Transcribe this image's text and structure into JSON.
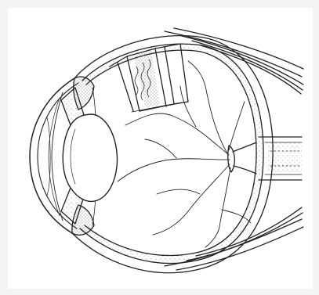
{
  "diagram": {
    "style": "black line-art illustration",
    "parts": [
      "cornea",
      "iris",
      "lens",
      "ciliary-body",
      "sclera",
      "choroid",
      "retina",
      "optic-nerve",
      "extraocular-muscle",
      "retinal-vessels",
      "cutaway-window"
    ]
  },
  "colors": {
    "ink": "#222222",
    "paper": "#ffffff",
    "background": "#f4f4f4"
  }
}
